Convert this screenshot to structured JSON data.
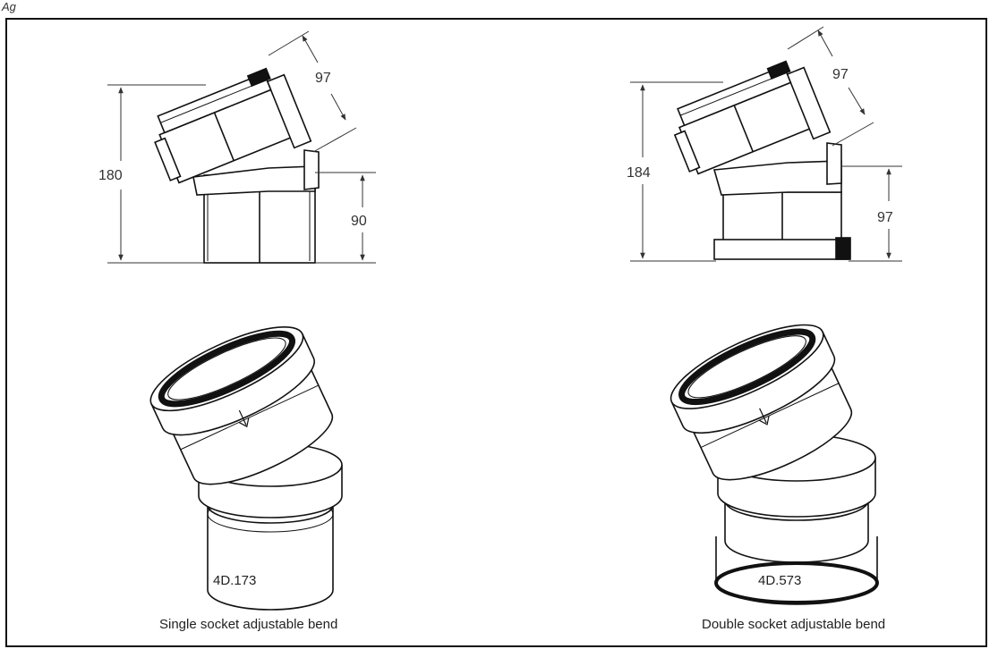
{
  "header": {
    "caption": "Ag  "
  },
  "products": [
    {
      "code": "4D.173",
      "description": "Single socket adjustable bend",
      "dims": {
        "overall_height": "180",
        "socket_depth": "97",
        "lower_height": "90"
      }
    },
    {
      "code": "4D.573",
      "description": "Double socket adjustable bend",
      "dims": {
        "overall_height": "184",
        "socket_depth": "97",
        "lower_height": "97"
      }
    }
  ],
  "colors": {
    "line": "#111111",
    "dim": "#333333",
    "gasket": "#1a1a1a"
  }
}
